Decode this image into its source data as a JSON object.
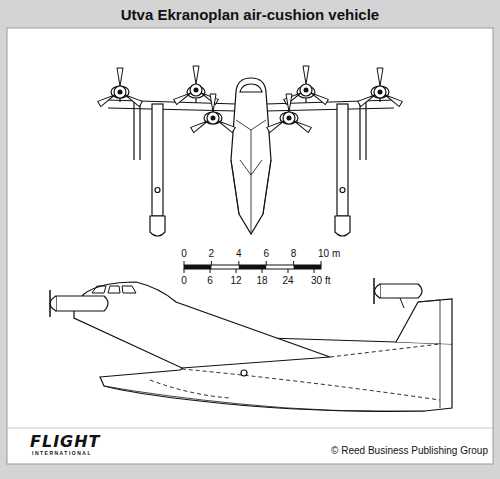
{
  "diagram": {
    "title": "Utva Ekranoplan air-cushion vehicle",
    "labels": [
      "0",
      "2",
      "4",
      "6",
      "8",
      "10 m",
      "0",
      "6",
      "12",
      "18",
      "24",
      "30 ft",
      "FLIGHT",
      "INTERNATIONAL",
      "© Reed Business Publishing Group"
    ]
  }
}
